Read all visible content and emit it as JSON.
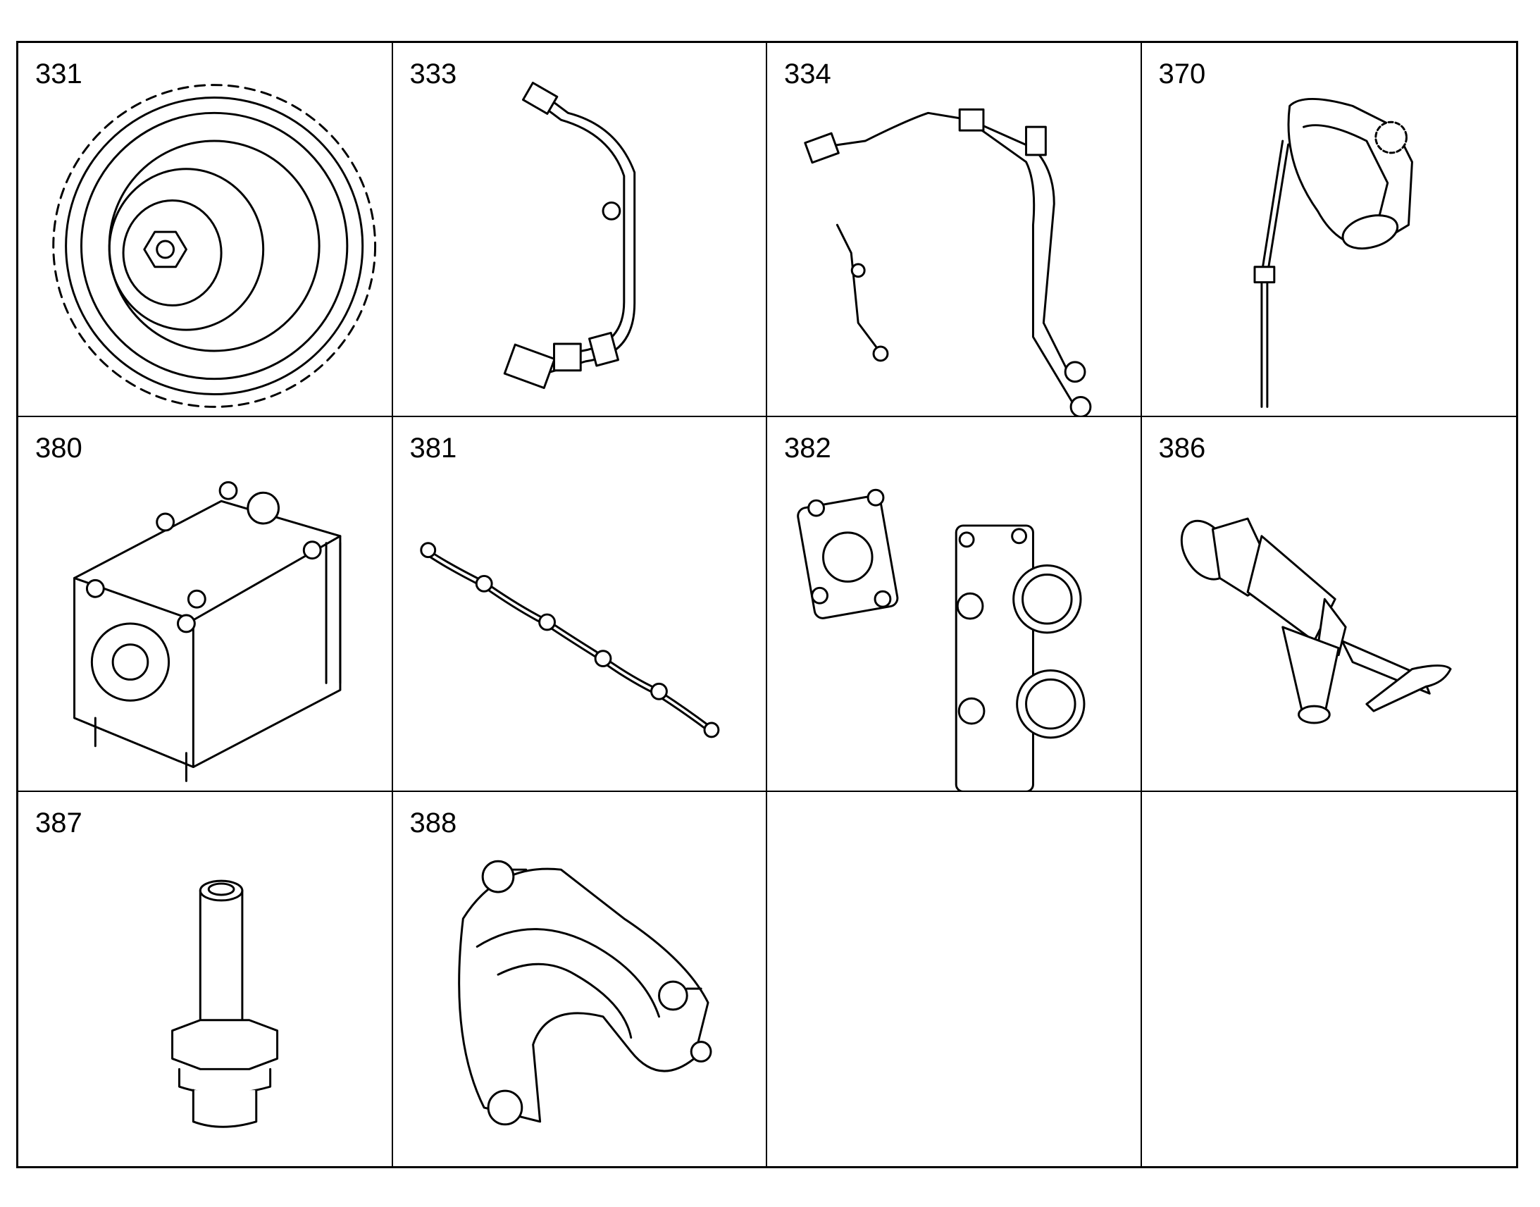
{
  "parts": [
    {
      "number": "331",
      "icon": "gear-icon"
    },
    {
      "number": "333",
      "icon": "fuel-pipe-icon"
    },
    {
      "number": "334",
      "icon": "fuel-pipe-set-icon"
    },
    {
      "number": "370",
      "icon": "housing-with-dipstick-icon"
    },
    {
      "number": "380",
      "icon": "oil-pump-icon"
    },
    {
      "number": "381",
      "icon": "leak-off-pipe-icon"
    },
    {
      "number": "382",
      "icon": "thermostat-housing-icon"
    },
    {
      "number": "386",
      "icon": "drain-valve-icon"
    },
    {
      "number": "387",
      "icon": "hose-connector-icon"
    },
    {
      "number": "388",
      "icon": "elbow-housing-icon"
    },
    {
      "number": "",
      "icon": ""
    },
    {
      "number": "",
      "icon": ""
    }
  ]
}
